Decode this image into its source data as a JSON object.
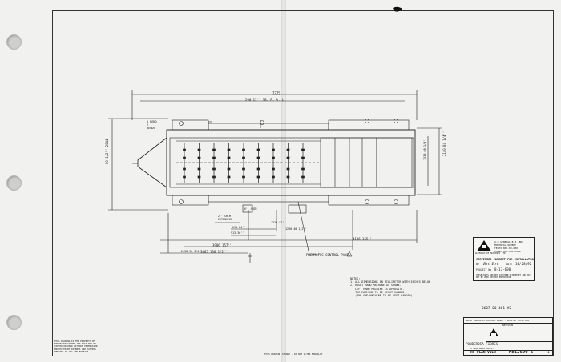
{
  "drawing": {
    "sheet_ref": "0607 00-401-#2",
    "view_name": "RH PLAN VIEW",
    "drawing_number": "M812690-5",
    "sheet": "1",
    "customer": "PONDEROSA FIBRES",
    "dims": {
      "overall_top": "7375",
      "top_sub": "290 15'' 3B. P. A. L.",
      "left_height": "80 1/2'' 2044",
      "right_height": "2140 84 1/4''",
      "right_inner": "1530 60 1/4''",
      "bottom_1": "4186 165''",
      "bottom_2": "3986 157''",
      "bottom_3": "3465 136 1/2''",
      "bottom_4": "2458 96 3/4''",
      "small_1": "610 24''",
      "small_2": "913 36''",
      "small_3": "1320 52''",
      "small_4": "1230 48 1/2''",
      "plate_1": "2'' SHIM EXTENSION",
      "plate_2": "6'' SHIM",
      "left_stack": "1 BEND 2 BENDS"
    },
    "labels": {
      "pneumatic_panel": "PNEUMATIC CONTROL PANEL"
    },
    "notes": "NOTES:\n1. ALL DIMENSIONS IN MILLIMETER WITH INCHES BELOW\n2. RIGHT HAND MACHINE AS SHOWN.\n   LEFT HAND MACHINE IS OPPOSITE.\n   THE MACHINE TO BE RIGHT HANDED\n   (THE END MACHINE TO BE LEFT HANDED)",
    "bottom_left_note": "THIS DRAWING IS THE PROPERTY OF\nTHE MANUFACTURER AND MUST NOT BE\nCOPIED OR USED WITHOUT PERMISSION\nPROTECTED BY PATENTS AND PATENTS\nPENDING IN USA AND FOREIGN",
    "bottom_center_note": "THIS DRAWING CHANGE - DO NOT ALTER MANUALLY"
  },
  "certificate": {
    "company_line_1": "A-B GENERAL B.B. BOX",
    "company_line_2": "MONTREAL QUEBEC",
    "company_line_3": "TELEX 000-00-000",
    "company_line_4": "PHONE 000-000-0000",
    "logo_label": "ALTERNATIVE MACHINES LTD",
    "title": "CERTIFIED CORRECT FOR INSTALLATION",
    "by_label": "BY",
    "signature": "Bro Brt",
    "date_label": "DATE",
    "date": "10/28/92",
    "project_label": "PROJECT No",
    "project": "8-17-690",
    "footnote": "THESE PARTS ARE NOT CUSTOMER'S PROPERTY AND MAY NOT BE USED WITHOUT PERMISSION"
  },
  "titleblock": {
    "revision_row": "ADDED PNEUMATIC CONTROL PANEL - DELETED TOTAL BOX",
    "revision_label": "REVISION",
    "customer": "PONDEROSA FIBRES",
    "machine": "1 BAR DRUM SPLIT",
    "view": "RH PLAN VIEW",
    "number": "M812690-5",
    "sheet": "1"
  }
}
